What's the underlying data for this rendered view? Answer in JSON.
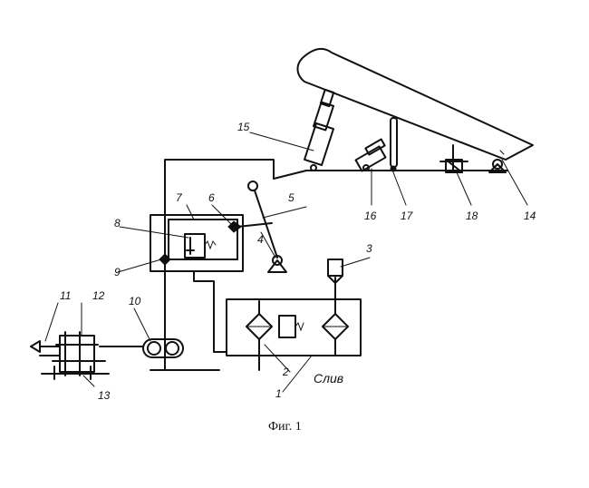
{
  "figure": {
    "caption": "Фиг. 1",
    "drain_label": "Слив"
  },
  "labels": {
    "l1": "1",
    "l2": "2",
    "l3": "3",
    "l4": "4",
    "l5": "5",
    "l6": "6",
    "l7": "7",
    "l8": "8",
    "l9": "9",
    "l10": "10",
    "l11": "11",
    "l12": "12",
    "l13": "13",
    "l14": "14",
    "l15": "15",
    "l16": "16",
    "l17": "17",
    "l18": "18"
  }
}
